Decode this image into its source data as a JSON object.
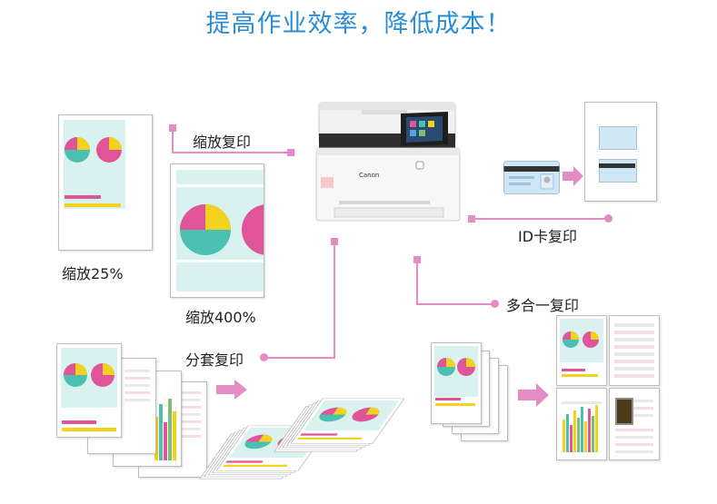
{
  "headline": "提高作业效率，降低成本！",
  "labels": {
    "reduce": "缩放复印",
    "reduce25": "缩放25%",
    "enlarge400": "缩放400%",
    "idcard": "ID卡复印",
    "nup": "多合一复印",
    "sort": "分套复印"
  },
  "printer": {
    "brand": "Canon"
  },
  "colors": {
    "title": "#2a8dd4",
    "connector": "#e58cc6",
    "pink": "#e0559a",
    "yellow": "#f2d21c",
    "teal": "#4cc0b0",
    "pale_teal": "#d9f1ef"
  },
  "icons": [
    "printer-icon",
    "id-card-icon",
    "arrow-right-icon",
    "pie-chart-icon",
    "bar-chart-icon"
  ]
}
